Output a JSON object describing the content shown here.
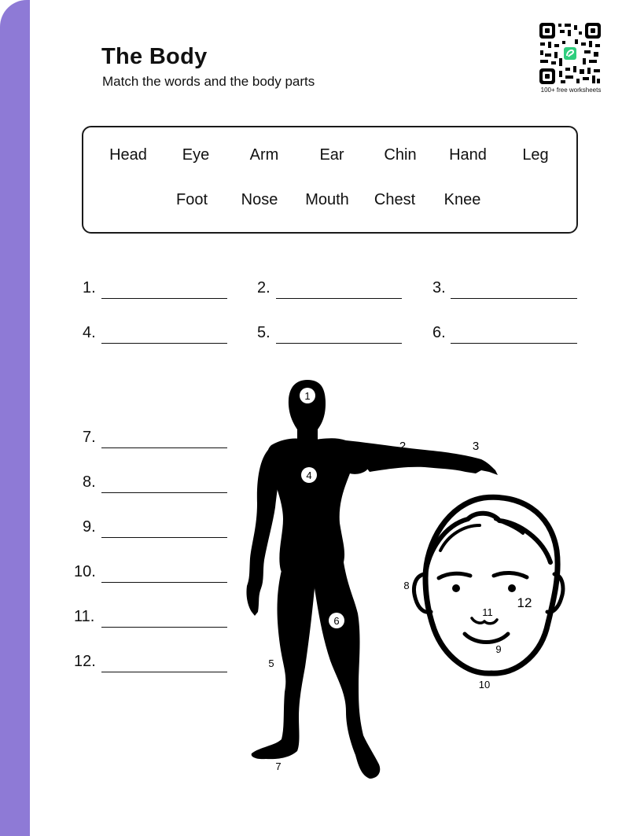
{
  "header": {
    "title": "The Body",
    "subtitle": "Match the words and the body parts",
    "qr_caption": "100+ free worksheets"
  },
  "accent_color": "#8e7ad6",
  "word_bank": [
    "Head",
    "Eye",
    "Arm",
    "Ear",
    "Chin",
    "Hand",
    "Leg",
    "Foot",
    "Nose",
    "Mouth",
    "Chest",
    "Knee"
  ],
  "answers": [
    "1.",
    "2.",
    "3.",
    "4.",
    "5.",
    "6.",
    "7.",
    "8.",
    "9.",
    "10.",
    "11.",
    "12."
  ],
  "figure_labels": {
    "body": [
      "1",
      "2",
      "3",
      "4",
      "5",
      "6",
      "7"
    ],
    "face": [
      "8",
      "9",
      "10",
      "11",
      "12"
    ]
  },
  "icons": [
    "qr-code-icon",
    "body-silhouette",
    "face-outline"
  ]
}
